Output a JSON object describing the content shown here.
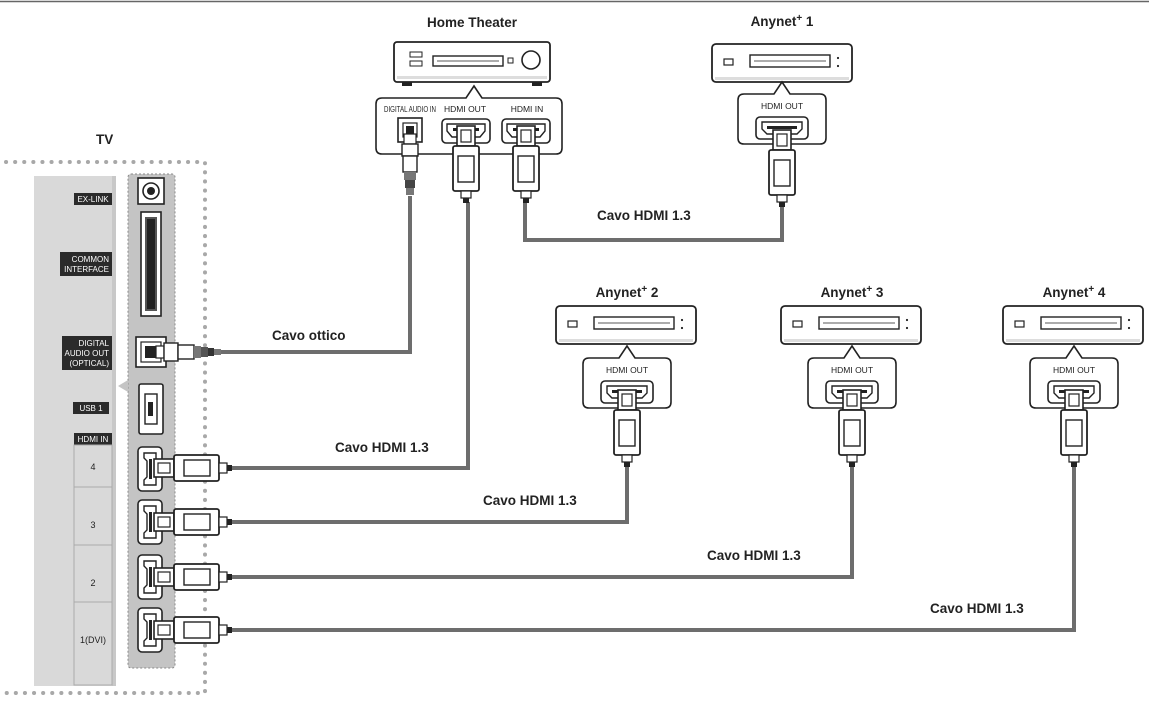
{
  "tv": {
    "label": "TV",
    "ports": {
      "ex_link": "EX-LINK",
      "common_interface_1": "COMMON",
      "common_interface_2": "INTERFACE",
      "digital_audio_out_1": "DIGITAL",
      "digital_audio_out_2": "AUDIO OUT",
      "digital_audio_out_3": "(OPTICAL)",
      "usb": "USB 1",
      "hdmi_in": "HDMI IN",
      "hdmi_4": "4",
      "hdmi_3": "3",
      "hdmi_2": "2",
      "hdmi_1": "1(DVI)"
    }
  },
  "home_theater": {
    "label": "Home Theater",
    "ports": {
      "digital_audio_in": "DIGITAL AUDIO IN",
      "hdmi_out": "HDMI OUT",
      "hdmi_in": "HDMI IN"
    }
  },
  "devices": [
    {
      "name": "Anynet",
      "sup": "+",
      "num": " 1",
      "port": "HDMI OUT"
    },
    {
      "name": "Anynet",
      "sup": "+",
      "num": " 2",
      "port": "HDMI OUT"
    },
    {
      "name": "Anynet",
      "sup": "+",
      "num": " 3",
      "port": "HDMI OUT"
    },
    {
      "name": "Anynet",
      "sup": "+",
      "num": " 4",
      "port": "HDMI OUT"
    }
  ],
  "cables": {
    "optical": "Cavo ottico",
    "hdmi_a1": "Cavo HDMI 1.3",
    "hdmi_ht": "Cavo HDMI 1.3",
    "hdmi_a2": "Cavo HDMI 1.3",
    "hdmi_a3": "Cavo HDMI 1.3",
    "hdmi_a4": "Cavo HDMI 1.3"
  },
  "colors": {
    "cable": "#6d6d6d",
    "panel": "#d9d9d9",
    "port_label_bg": "#2b2b2b",
    "line": "#222222"
  }
}
